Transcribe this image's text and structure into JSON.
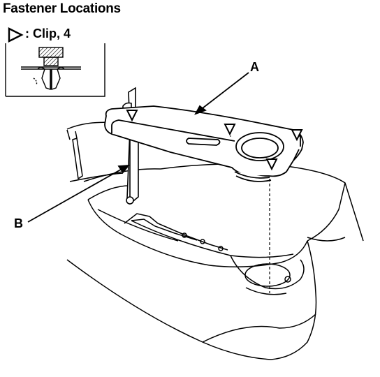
{
  "header": {
    "title": "Fastener Locations"
  },
  "legend": {
    "symbol": "triangle-clip-icon",
    "text": ": Clip, 4"
  },
  "callouts": {
    "a": "A",
    "b": "B"
  },
  "colors": {
    "line": "#000000",
    "background": "#ffffff"
  }
}
